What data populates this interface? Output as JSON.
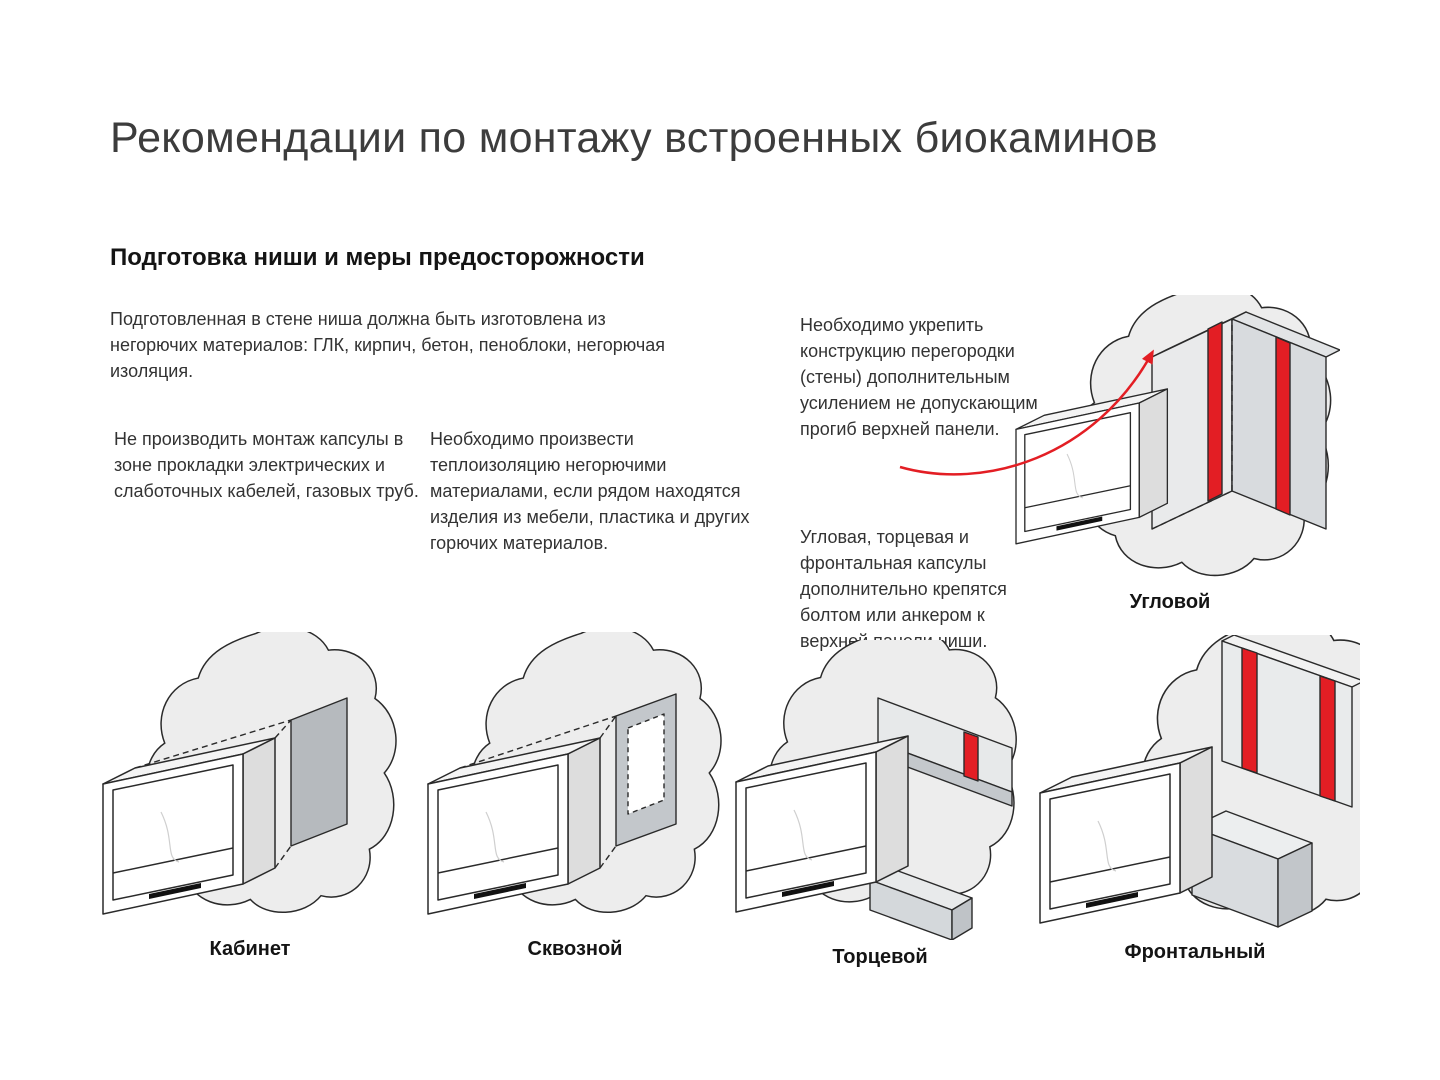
{
  "page": {
    "title": "Рекомендации по монтажу встроенных биокаминов",
    "section": {
      "heading": "Подготовка ниши и меры предосторожности",
      "intro": "Подготовленная в стене ниша должна быть изготовлена из негорючих материалов: ГЛК, кирпич, бетон, пеноблоки, негорючая изоляция.",
      "warning_cables": "Не производить монтаж капсулы в зоне прокладки электрических и слаботочных кабелей, газовых труб.",
      "warning_insulation": "Необходимо произвести теплоизоляцию негорючими материалами, если рядом находятся изделия из мебели, пластика и других горючих материалов.",
      "note_reinforce": "Необходимо укрепить конструкцию перегородки (стены) дополнительным усилением не допускающим прогиб верхней панели.",
      "note_fixing": "Угловая, торцевая и фронтальная капсулы дополнительно крепятся болтом или анкером к верхней панели ниши."
    },
    "diagrams": {
      "corner": {
        "label": "Угловой"
      },
      "cabinet": {
        "label": "Кабинет"
      },
      "through": {
        "label": "Сквозной"
      },
      "end": {
        "label": "Торцевой"
      },
      "frontal": {
        "label": "Фронтальный"
      }
    },
    "colors": {
      "accent_red": "#e31e24",
      "wall_light": "#ededed",
      "wall_dark": "#b6babe",
      "outline": "#2a2a2a"
    }
  }
}
